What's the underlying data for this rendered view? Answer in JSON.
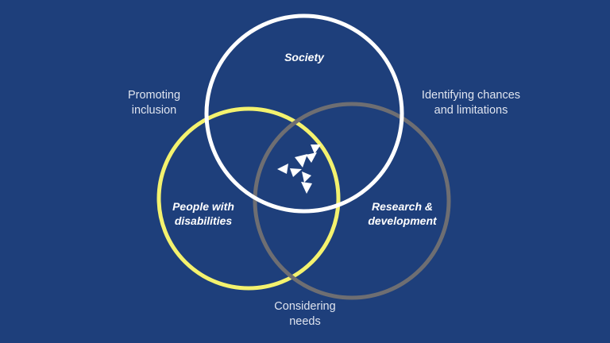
{
  "colors": {
    "background": "#1e3f7b",
    "society_circle": "#ffffff",
    "people_circle": "#f4f26e",
    "research_circle": "#6e6e72",
    "text": "#ffffff"
  },
  "circles": {
    "society": {
      "line1": "Society"
    },
    "people": {
      "line1": "People with",
      "line2": "disabilities"
    },
    "research": {
      "line1": "Research &",
      "line2": "development"
    }
  },
  "intersections": {
    "people_society": {
      "line1": "Promoting",
      "line2": "inclusion"
    },
    "society_research": {
      "line1": "Identifying chances",
      "line2": "and limitations"
    },
    "people_research": {
      "line1": "Considering",
      "line2": "needs"
    }
  },
  "center_logo": {
    "icon": "folded-bird-logo-icon"
  }
}
